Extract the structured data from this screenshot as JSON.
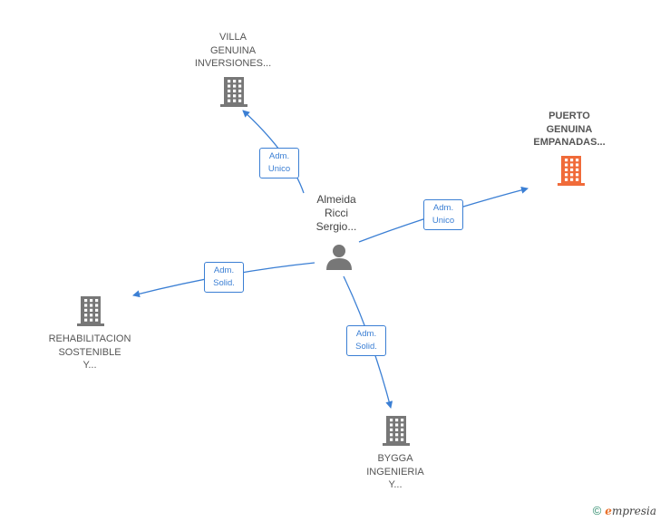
{
  "center": {
    "lines": [
      "Almeida",
      "Ricci",
      "Sergio..."
    ],
    "icon": "person-icon"
  },
  "companies": [
    {
      "id": "villa",
      "lines": [
        "VILLA",
        "GENUINA",
        "INVERSIONES..."
      ],
      "icon": "building-icon",
      "color": "#777777"
    },
    {
      "id": "puerto",
      "lines": [
        "PUERTO",
        "GENUINA",
        "EMPANADAS..."
      ],
      "icon": "building-icon",
      "color": "#f06b3a"
    },
    {
      "id": "rehab",
      "lines": [
        "REHABILITACION",
        "SOSTENIBLE",
        "Y..."
      ],
      "icon": "building-icon",
      "color": "#777777"
    },
    {
      "id": "bygga",
      "lines": [
        "BYGGA",
        "INGENIERIA",
        "Y..."
      ],
      "icon": "building-icon",
      "color": "#777777"
    }
  ],
  "edges": [
    {
      "to": "villa",
      "lines": [
        "Adm.",
        "Unico"
      ]
    },
    {
      "to": "puerto",
      "lines": [
        "Adm.",
        "Unico"
      ]
    },
    {
      "to": "rehab",
      "lines": [
        "Adm.",
        "Solid."
      ]
    },
    {
      "to": "bygga",
      "lines": [
        "Adm.",
        "Solid."
      ]
    }
  ],
  "colors": {
    "edge": "#3b7fd4",
    "icon_default": "#777777",
    "icon_highlight": "#f06b3a"
  },
  "footer": {
    "copyright": "©",
    "brand_initial": "e",
    "brand_rest": "mpresia"
  }
}
